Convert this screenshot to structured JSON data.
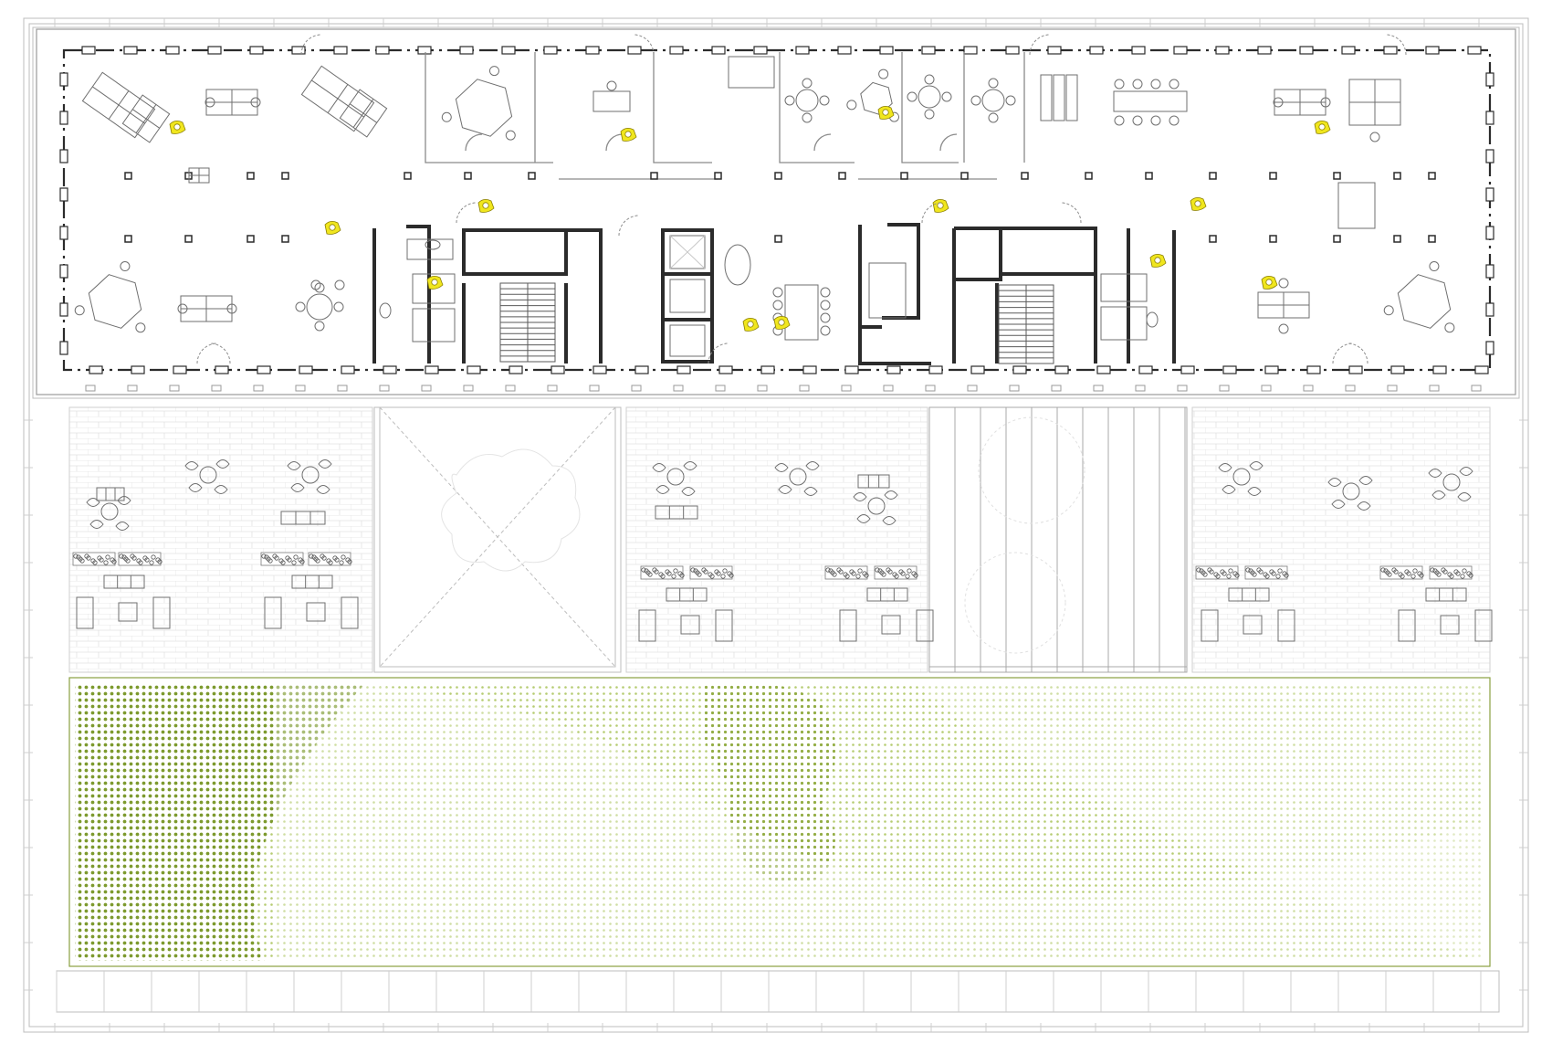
{
  "colors": {
    "wall": "#2b2b2b",
    "thin_line": "#b9b9b9",
    "furniture": "#6f6f6f",
    "person_highlight": "#f0e61e",
    "lawn_dark": "#7d9a2e",
    "lawn_light": "#cfe09a",
    "paving": "#dcdcdc"
  },
  "plan": {
    "upper_floor": {
      "zones": [
        "open-office-west",
        "meeting-cells",
        "core-west",
        "core-center",
        "core-east",
        "open-office-east"
      ],
      "people_count": 13
    },
    "terraces": [
      "terrace-west",
      "void-with-tree",
      "terrace-center",
      "timber-deck-with-trees",
      "terrace-east"
    ],
    "garden": "green-roof-lawn"
  }
}
